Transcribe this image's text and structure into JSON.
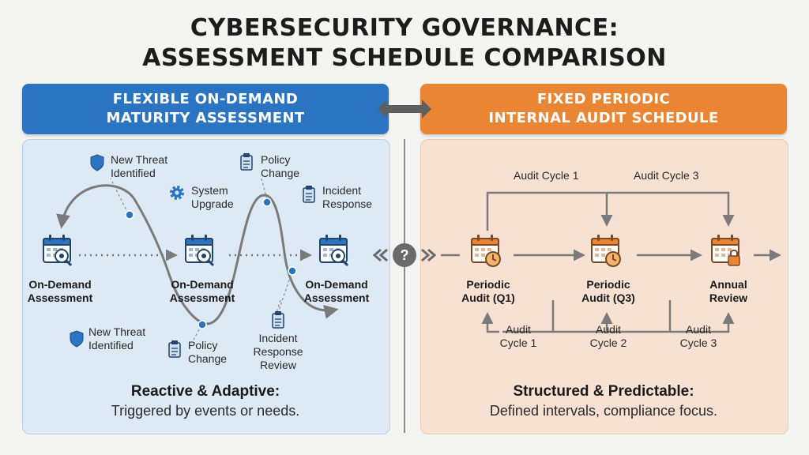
{
  "title": {
    "line1": "CYBERSECURITY GOVERNANCE:",
    "line2": "ASSESSMENT SCHEDULE COMPARISON"
  },
  "left": {
    "banner_line1": "FLEXIBLE ON-DEMAND",
    "banner_line2": "MATURITY ASSESSMENT",
    "nodes": [
      "On-Demand",
      "Assessment"
    ],
    "triggers_top": {
      "threat": [
        "New Threat",
        "Identified"
      ],
      "policy": [
        "Policy",
        "Change"
      ],
      "upgrade": [
        "System",
        "Upgrade"
      ],
      "incident": [
        "Incident",
        "Response"
      ]
    },
    "triggers_bottom": {
      "threat": [
        "New Threat",
        "Identified"
      ],
      "policy": [
        "Policy",
        "Change"
      ],
      "incident": [
        "Incident",
        "Response",
        "Review"
      ]
    },
    "summary_head": "Reactive & Adaptive:",
    "summary_sub": "Triggered by events or needs."
  },
  "center": {
    "question": "?",
    "left_arrows": "«",
    "right_arrows": "»"
  },
  "right": {
    "banner_line1": "FIXED PERIODIC",
    "banner_line2": "INTERNAL AUDIT SCHEDULE",
    "nodes": [
      [
        "Periodic",
        "Audit (Q1)"
      ],
      [
        "Periodic",
        "Audit (Q3)"
      ],
      [
        "Annual",
        "Review"
      ]
    ],
    "top_cycles": [
      "Audit Cycle 1",
      "Audit Cycle 3"
    ],
    "bottom_cycles": [
      [
        "Audit",
        "Cycle 1"
      ],
      [
        "Audit",
        "Cycle 2"
      ],
      [
        "Audit",
        "Cycle 3"
      ]
    ],
    "summary_head": "Structured & Predictable:",
    "summary_sub": "Defined intervals, compliance focus."
  },
  "colors": {
    "blue": "#2b74c2",
    "orange": "#ea8533",
    "gray": "#7b7b7b"
  }
}
